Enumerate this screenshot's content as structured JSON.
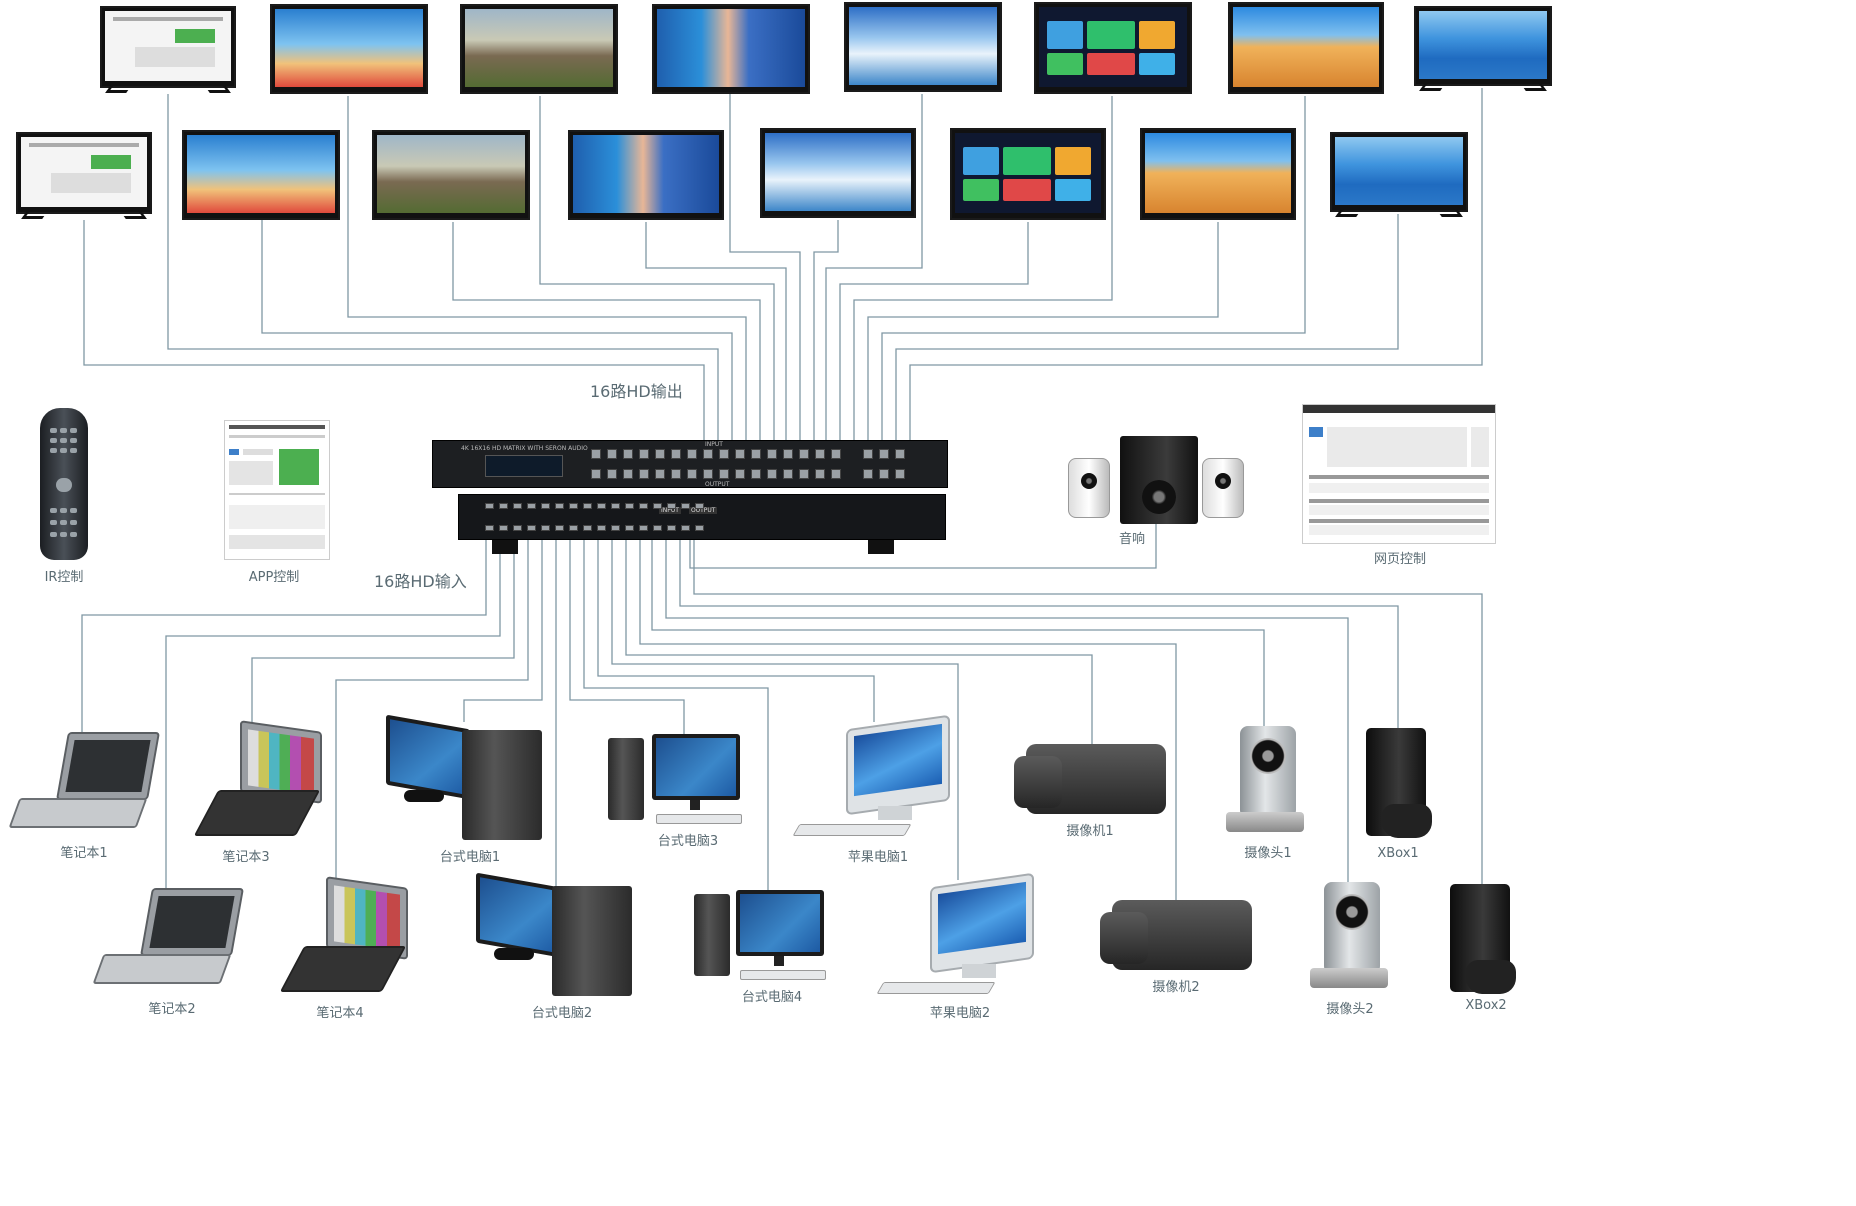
{
  "labels": {
    "hd_output": "16路HD输出",
    "hd_input": "16路HD输入",
    "ir_control": "IR控制",
    "app_control": "APP控制",
    "speakers": "音响",
    "web_control": "网页控制"
  },
  "matrix": {
    "front_title": "4K 16X16 HD MATRIX WITH SERON AUDIO",
    "input_label": "INPUT",
    "output_label": "OUTPUT"
  },
  "sources": {
    "laptop1": "笔记本1",
    "laptop2": "笔记本2",
    "laptop3": "笔记本3",
    "laptop4": "笔记本4",
    "desktop1": "台式电脑1",
    "desktop2": "台式电脑2",
    "desktop3": "台式电脑3",
    "desktop4": "台式电脑4",
    "mac1": "苹果电脑1",
    "mac2": "苹果电脑2",
    "camcorder1": "摄像机1",
    "camcorder2": "摄像机2",
    "webcam1": "摄像头1",
    "webcam2": "摄像头2",
    "xbox1": "XBox1",
    "xbox2": "XBox2"
  },
  "displays": {
    "count": 16,
    "contents": [
      "web-ui",
      "sunset-tree",
      "mountains",
      "woman-portrait",
      "waterfall",
      "app-menu",
      "desert-dunes",
      "blue-lake"
    ]
  },
  "colors": {
    "wire": "#7f97a3",
    "label": "#5a6b73",
    "accent_green": "#4caf50"
  }
}
